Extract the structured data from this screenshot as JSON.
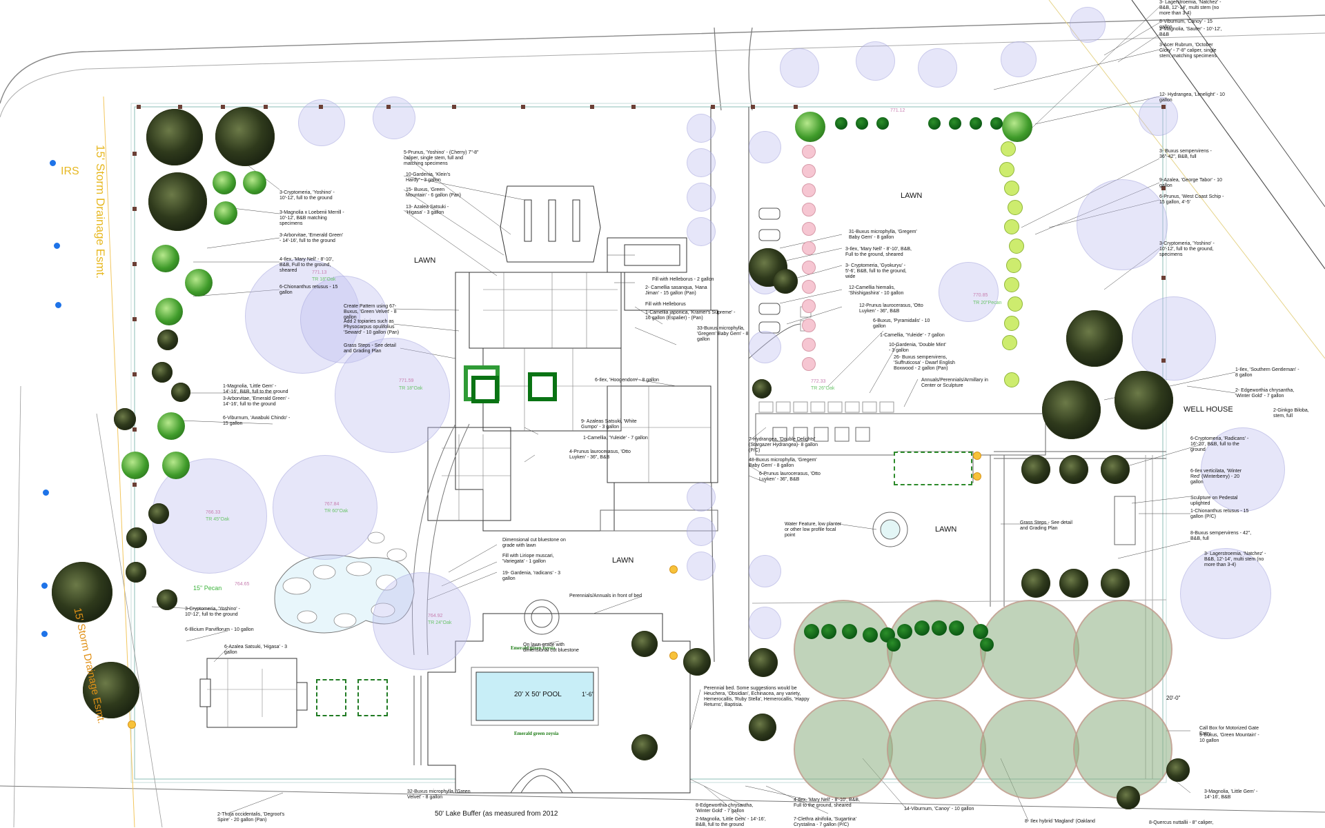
{
  "labels": {
    "irs": "IRS",
    "storm_drainage": "15' Storm Drainage Esmt.",
    "storm_drainage_2": "15' Storm Drainage Esmt.",
    "lawn_1": "LAWN",
    "lawn_2": "LAWN",
    "lawn_3": "LAWN",
    "lawn_4": "LAWN",
    "well_house": "WELL HOUSE",
    "pool": "20' X 50' POOL",
    "pool_dim": "1'-6\"",
    "emerald_1": "Emerald green zoysia",
    "emerald_2": "Emerald green zoysia",
    "lake_buffer": "50' Lake Buffer (as measured from 2012",
    "pecan": "15\" Pecan",
    "dim_20": "20'-0\""
  },
  "tree_tags": {
    "t1": "771.12",
    "t2": "771.13",
    "t2b": "TR 18\"Oak",
    "t3": "771.59",
    "t3b": "TR 18\"Oak",
    "t4": "766.33",
    "t4b": "TR 45\"Oak",
    "t5": "767.84",
    "t5b": "TR 60\"Oak",
    "t6": "764.65",
    "t7": "764.92",
    "t7b": "TR 24\"Oak",
    "t8": "770.85",
    "t8b": "TR 20\"Pecan",
    "t9": "772.33",
    "t9b": "TR 26\"Oak"
  },
  "notes": {
    "n01": "3- Lagerstroemia, 'Natchez' - B&B, 12'-14', multi stem (no more than 3-4)",
    "n02": "8-Viburnum, 'Canoy' - 15 gallon",
    "n03": "2-Magnolia, 'Sauter' - 10'-12', B&B",
    "n04": "3-Acer Rubrum, 'October Glory' - 7'-8\" caliper, single stem, matching specimens",
    "n05": "12- Hydrangea, 'Limelight' - 10 gallon",
    "n06": "3- Buxus sempervirens - 36\"-42\", B&B, full",
    "n07": "9-Azalea, 'George Tabor' - 10 gallon",
    "n08": "6-Prunus, 'West Coast Schip - 15 gallon, 4'-5'",
    "n09": "3-Cryptomeria, 'Yoshino' - 10'-12', full to the ground, specimens",
    "n10": "1-Ilex, 'Southern Gentleman' - 8 gallon",
    "n11": "2- Edgeworthia chrysantha, 'Winter Gold' - 7 gallon",
    "n12": "2-Ginkgo Biloba, stem, full",
    "n13": "6-Cryptomeria, 'Radicans' - 16'-20', B&B, full to the ground",
    "n14": "6-Ilex verticilata, 'Winter Red' (Winterberry) - 20 gallon",
    "n15": "Sculpture on Pedestal uplighted",
    "n16": "1-Chionanthus retusus - 15 gallon (P/C)",
    "n17": "8-Buxus sempervirens - 42\", B&B, full",
    "n18": "3- Lagerstroemia, 'Natchez' - B&B, 12'-14', multi stem (no more than 3-4)",
    "n19": "Call Box for Motorized Gate Entry",
    "n20": "5-Buxus, 'Green Mountain' - 10 gallon",
    "n21": "3-Magnolia, 'Little Gem' - 14'-16', B&B",
    "n22": "8-Quercus nuttallii - 8\" caliper,",
    "n23": "5-Prunus, 'Yoshino' - (Cherry) 7\"-8\" caliper, single stem, full and matching specimens",
    "n24": "10-Gardenia, 'Klein's Hardy' - 3 gallon",
    "n25": "15- Buxus, 'Green Mountain' - 6 gallon (Pan)",
    "n26": "13- Azalea Satsuki - 'Higasa' - 3 gallon",
    "n27": "3-Cryptomeria, 'Yoshino' - 10'-12', full to the ground",
    "n28": "3-Magnolia x Loebenii Merrill - 10'-12', B&B matching specimens",
    "n29": "3-Arborvitae, 'Emerald Green' - 14'-16', full to the ground",
    "n30": "4-Ilex, 'Mary Nell' - 8'-10', B&B, Full to the ground, sheared",
    "n31": "6-Chionanthus retusus - 15 gallon",
    "n32": "Create Pattern using 67-Buxus, 'Green Velvet' - 8 gallon",
    "n33": "Add 2 topiaries such as Physocarpus opulifolius 'Seward' - 10 gallon (Pan)",
    "n34": "Grass Steps - See detail and Grading Plan",
    "n35": "1-Magnolia, 'Little Gem' - 14'-16', B&B, full to the ground",
    "n36": "3-Arborvitae, 'Emerald Green' - 14'-16', full to the ground",
    "n37": "6-Viburnum, 'Awabuki Chindo' - 15 gallon",
    "n38": "Fill with Helleborus - 2 gallon",
    "n39": "2- Camellia sasanqua, 'Hana Jiman' - 15 gallon (Pan)",
    "n40": "Fill with Helleborus",
    "n41": "1-Camellia japonica, 'Kramer's Supreme' - 16 gallon (Espalier) - (Pan)",
    "n42": "33-Buxus microphylla, 'Gregem' Baby Gem' - 8 gallon",
    "n43": "6-Ilex, 'Hoogendorn' - 8 gallon",
    "n44": "9- Azaleas Satsuki, 'White Gumpo' - 3 gallon",
    "n45": "1-Camellia, 'Yuleide' - 7 gallon",
    "n46": "4-Prunus laurocerasus, 'Otto Luyken' - 36\", B&B",
    "n47": "31-Buxus microphylla, 'Gregem' Baby Gem' - 8 gallon",
    "n48": "3-Ilex, 'Mary Nell' - 8'-10', B&B, Full to the ground, sheared",
    "n49": "3- Cryptomeria, 'Gyokuryu' - 5'-6', B&B, full to the ground, wide",
    "n50": "12-Camellia hiemalis, 'Shishigashira' - 10 gallon",
    "n51": "12-Prunus laurocerasus, 'Otto Luyken' - 36\", B&B",
    "n52": "6-Buxus, 'Pyramidalis' - 10 gallon",
    "n53": "1-Camellia, 'Yuleide' - 7 gallon",
    "n54": "10-Gardenia, 'Double Mint' - 3 gallon",
    "n55": "26- Buxus sempervirens, 'Suffruticosa' - Dwarf English Boxwood - 2 gallon (Pan)",
    "n56": "Annuals/Perennials/Armillary in Center or Sculpture",
    "n57": "7-Hydrangea, 'Double Delights' (Stargazer Hydrangea)- 8 gallon (P/C)",
    "n58": "48-Buxus microphylla, 'Gregem' Baby Gem' - 8 gallon",
    "n59": "6-Prunus laurocerasus, 'Otto Luyken' - 36\", B&B",
    "n60": "Water Feature, low planter or other low profile focal point",
    "n61": "Grass Steps - See detail and Grading Plan",
    "n62": "Dimensional cut bluestone on grade with lawn",
    "n63": "Fill with Liriope muscari, 'Variegata' - 1 gallon",
    "n64": "19- Gardenia, 'radicans' - 3 gallon",
    "n65": "Perennials/Annuals in front of bed",
    "n66": "On lawn grade with dimensional cut bluestone",
    "n67": "3-Cryptomeria, 'Yoshino' - 10'-12', full to the ground",
    "n68": "6-Illicium Parviflorum - 10 gallon",
    "n69": "6-Azalea Satsuki, 'Higasa' - 3 gallon",
    "n70": "Perennial bed. Some suggestions would be Heuchera, 'Obsidian', Echinacea, any variety, Hemerocallis, 'Ruby Stella', Hemerocallis, 'Happy Returns', Baptisia.",
    "n71": "32-Buxus microphylla, 'Green Velvet' - 8 gallon",
    "n72": "2-Thuja occidentalis, 'Degroot's Spire' - 20 gallon (Pan)",
    "n73": "8-Edgeworthia chrysantha, 'Winter Gold' - 7 gallon",
    "n74": "2-Magnolia, 'Little Gem' - 14'-16', B&B, full to the ground",
    "n75": "4-Ilex, 'Mary Nell' - 8'-10', B&B, Full to the ground, sheared",
    "n76": "7-Clethra alnifolia, 'Sugartina' Crystalina - 7 gallon (P/C)",
    "n77": "14-Viburnum, 'Canoy' - 10 gallon",
    "n78": "8- Ilex hybrid 'Magland' (Oakland"
  }
}
